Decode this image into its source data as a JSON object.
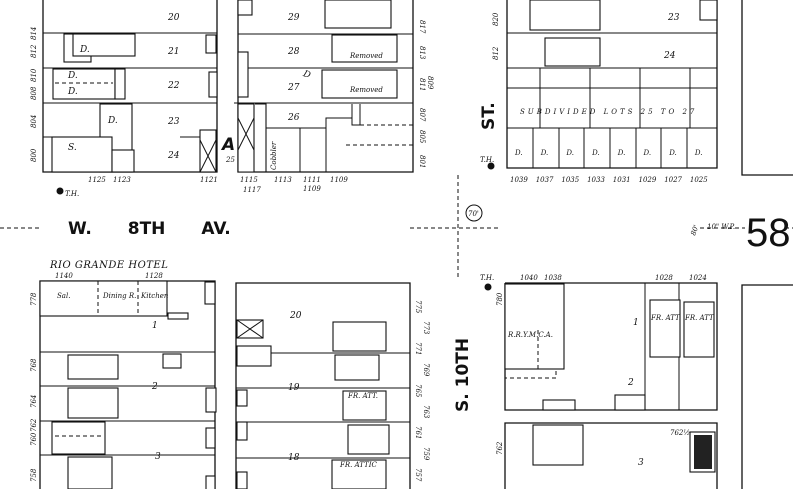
{
  "map": {
    "sheet_number": "58",
    "streets": {
      "avenue": "W. 8TH AV.",
      "avenue_w": "W. 8",
      "avenue_sup": "TH",
      "avenue_av": "AV.",
      "street_top": "ST.",
      "street_bottom": "S. 10TH"
    },
    "annotations": {
      "width_circle": "70'",
      "width_right": "80'",
      "water_pipe": "10\" W.P.",
      "th": "T.H."
    },
    "top_left_block": {
      "lots": [
        "20",
        "21",
        "22",
        "23",
        "24"
      ],
      "addresses_side": [
        "812",
        "814",
        "808",
        "810",
        "804",
        "800"
      ],
      "addresses_bottom": [
        "1125",
        "1123",
        "1121"
      ],
      "dwelling": "D.",
      "store": "S."
    },
    "top_middle_block": {
      "lots": [
        "29",
        "28",
        "27",
        "26",
        "25"
      ],
      "labels": [
        "Cobbler",
        "Removed",
        "Removed"
      ],
      "addresses_side": [
        "817",
        "813",
        "811",
        "809",
        "807",
        "805",
        "801"
      ],
      "addresses_bottom": [
        "1115",
        "1117",
        "1113",
        "1111",
        "1109",
        "1109"
      ],
      "block_letter": "A",
      "mark": "D"
    },
    "top_right_block": {
      "lots": [
        "23",
        "24"
      ],
      "addresses_side": [
        "820",
        "812"
      ],
      "subdivided": "SUBDIVIDED LOTS 25 TO 27",
      "addresses_bottom": [
        "1039",
        "1037",
        "1035",
        "1033",
        "1031",
        "1029",
        "1027",
        "1025"
      ]
    },
    "bottom_left_block": {
      "hotel": "RIO GRANDE HOTEL",
      "hotel_addresses": [
        "1140",
        "1128"
      ],
      "rooms": [
        "Sal.",
        "Dining R.",
        "Kitchen"
      ],
      "lots": [
        "1",
        "2",
        "3"
      ],
      "addresses_side": [
        "778",
        "768",
        "764",
        "760",
        "762",
        "758"
      ]
    },
    "bottom_middle_block": {
      "lots": [
        "20",
        "19",
        "18"
      ],
      "labels": [
        "FR. ATT.",
        "FR. ATTIC"
      ],
      "addresses_side": [
        "775",
        "773",
        "771",
        "769",
        "765",
        "763",
        "761",
        "759",
        "757"
      ]
    },
    "bottom_right_block": {
      "addresses_top": [
        "1040",
        "1038",
        "1028",
        "1024"
      ],
      "building": "R.R.Y.M.C.A.",
      "labels": [
        "FR. ATT.",
        "FR. ATT."
      ],
      "lots": [
        "1",
        "2",
        "3"
      ],
      "addresses_side": [
        "780",
        "762",
        "762½"
      ]
    }
  }
}
